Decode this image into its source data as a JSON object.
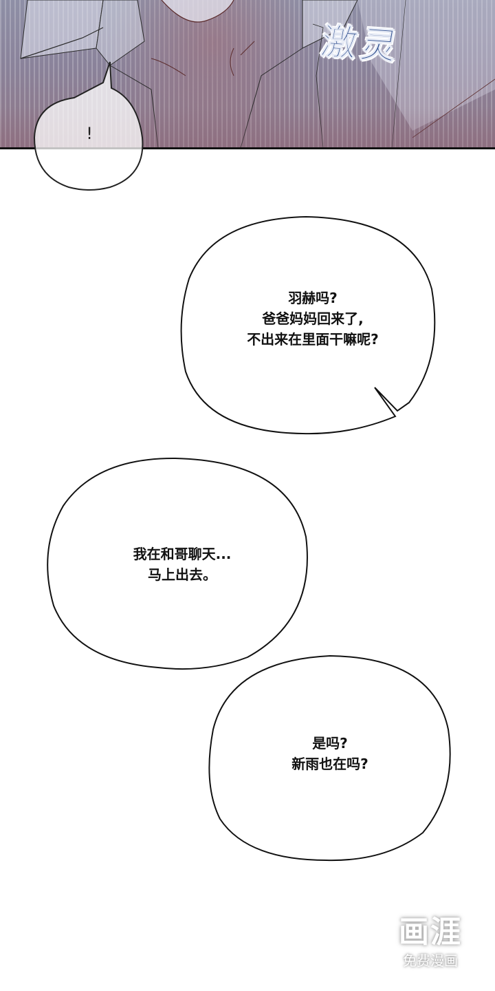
{
  "panel_top": {
    "sfx_text": "激灵",
    "sfx_color": "#2f4f8f",
    "exclamation_bubble_text": "!"
  },
  "bubbles": [
    {
      "id": "bubble-1",
      "speaker": "offscreen",
      "lines": [
        "羽赫吗?",
        "爸爸妈妈回来了,",
        "不出来在里面干嘛呢?"
      ],
      "text": "羽赫吗?\n爸爸妈妈回来了,\n不出来在里面干嘛呢?"
    },
    {
      "id": "bubble-2",
      "lines": [
        "我在和哥聊天...",
        "马上出去。"
      ],
      "text": "我在和哥聊天...\n马上出去。"
    },
    {
      "id": "bubble-3",
      "lines": [
        "是吗?",
        "新雨也在吗?"
      ],
      "text": "是吗?\n新雨也在吗?"
    }
  ],
  "watermark": {
    "logo_text": "画涯",
    "subtitle": "免费漫画"
  },
  "colors": {
    "panel_top_gradient_start": "#8e8fa6",
    "panel_top_gradient_end": "#8f7585",
    "bubble_stroke": "#111111",
    "background": "#ffffff"
  }
}
